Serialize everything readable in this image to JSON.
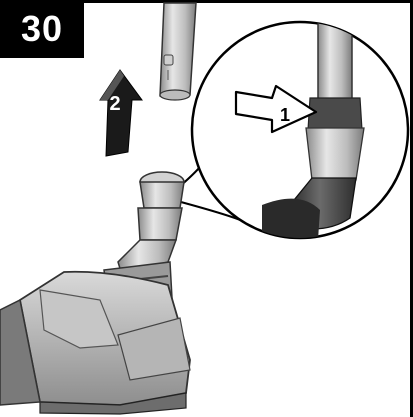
{
  "step": {
    "number": "30"
  },
  "arrows": {
    "lift_label": "2",
    "press_label": "1"
  }
}
